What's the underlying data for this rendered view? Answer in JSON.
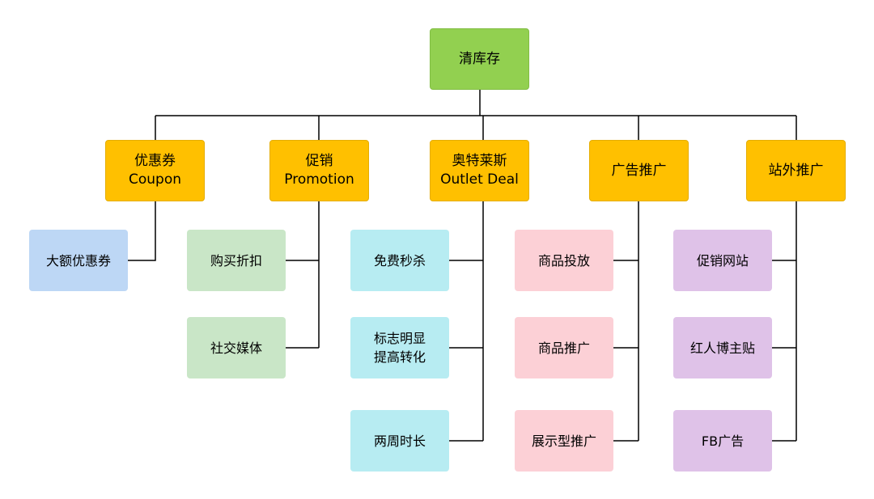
{
  "root": {
    "label": "清库存",
    "color": "#92d050"
  },
  "categories": [
    {
      "line1": "优惠券",
      "line2": "Coupon",
      "children": [
        {
          "line1": "大额优惠券",
          "line2": ""
        }
      ]
    },
    {
      "line1": "促销",
      "line2": "Promotion",
      "children": [
        {
          "line1": "购买折扣",
          "line2": ""
        },
        {
          "line1": "社交媒体",
          "line2": ""
        }
      ]
    },
    {
      "line1": "奥特莱斯",
      "line2": "Outlet Deal",
      "children": [
        {
          "line1": "免费秒杀",
          "line2": ""
        },
        {
          "line1": "标志明显",
          "line2": "提高转化"
        },
        {
          "line1": "两周时长",
          "line2": ""
        }
      ]
    },
    {
      "line1": "广告推广",
      "line2": "",
      "children": [
        {
          "line1": "商品投放",
          "line2": ""
        },
        {
          "line1": "商品推广",
          "line2": ""
        },
        {
          "line1": "展示型推广",
          "line2": ""
        }
      ]
    },
    {
      "line1": "站外推广",
      "line2": "",
      "children": [
        {
          "line1": "促销网站",
          "line2": ""
        },
        {
          "line1": "红人博主贴",
          "line2": ""
        },
        {
          "line1": "FB广告",
          "line2": ""
        }
      ]
    }
  ],
  "colors": {
    "root": "#92d050",
    "category": "#ffc000",
    "leaf_coupon": "#bdd7f5",
    "leaf_promotion": "#c9e6c7",
    "leaf_outlet": "#b7ecf2",
    "leaf_ads": "#fcd0d6",
    "leaf_offsite": "#dfc2e8",
    "connector": "#000000"
  }
}
